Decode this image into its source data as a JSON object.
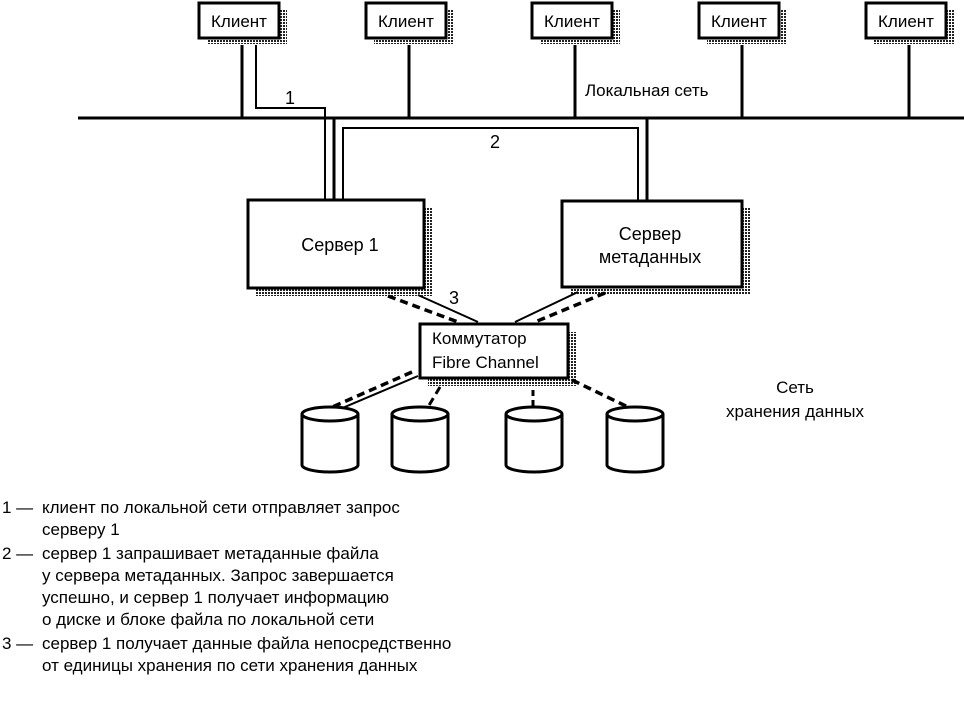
{
  "diagram": {
    "clients": [
      {
        "label": "Клиент"
      },
      {
        "label": "Клиент"
      },
      {
        "label": "Клиент"
      },
      {
        "label": "Клиент"
      },
      {
        "label": "Клиент"
      }
    ],
    "lan_label": "Локальная сеть",
    "server1_label": "Сервер 1",
    "metadata_server_label": [
      "Сервер",
      "метаданных"
    ],
    "switch_label": [
      "Коммутатор",
      "Fibre Channel"
    ],
    "san_label": [
      "Сеть",
      "хранения данных"
    ],
    "storage_units": 4,
    "path_markers": [
      "1",
      "2",
      "3"
    ]
  },
  "legend": [
    {
      "num": "1 —",
      "lines": [
        "клиент по локальной сети отправляет запрос",
        "серверу 1"
      ]
    },
    {
      "num": "2 —",
      "lines": [
        "сервер 1 запрашивает метаданные файла",
        "у сервера метаданных. Запрос завершается",
        "успешно, и сервер 1 получает информацию",
        "о диске и блоке файла по локальной сети"
      ]
    },
    {
      "num": "3 —",
      "lines": [
        "сервер 1 получает данные файла непосредственно",
        "от единицы хранения по сети хранения данных"
      ]
    }
  ]
}
